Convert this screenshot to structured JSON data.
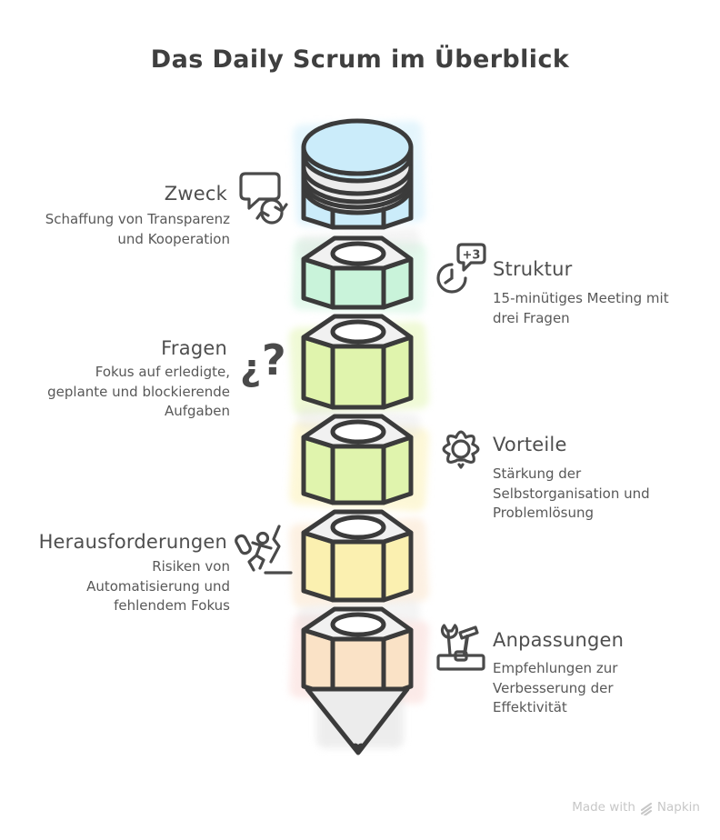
{
  "title": "Das Daily Scrum im Überblick",
  "sections": [
    {
      "label": "Zweck",
      "description": "Schaffung von Transparenz\nund Kooperation",
      "icon": "speech-bubble-sync-icon",
      "side": "left"
    },
    {
      "label": "Struktur",
      "description": "15-minütiges Meeting mit\ndrei Fragen",
      "icon": "clock-speech-plus3-icon",
      "badge": "+3",
      "side": "right"
    },
    {
      "label": "Fragen",
      "description": "Fokus auf erledigte,\ngeplante und blockierende\nAufgaben",
      "icon": "question-marks-icon",
      "glyph_left": "¿",
      "glyph_right": "?",
      "side": "left"
    },
    {
      "label": "Vorteile",
      "description": "Stärkung der\nSelbstorganisation und\nProblemlösung",
      "icon": "gear-lightbulb-icon",
      "side": "right"
    },
    {
      "label": "Herausforderungen",
      "description": "Risiken von\nAutomatisierung und\nfehlendem Fokus",
      "icon": "climbing-person-icon",
      "side": "left"
    },
    {
      "label": "Anpassungen",
      "description": "Empfehlungen zur\nVerbesserung der\nEffektivität",
      "icon": "tools-toolbox-icon",
      "side": "right"
    }
  ],
  "pencil": {
    "top_face_color": "#f1f1f1",
    "hole_color": "#ffffff",
    "ferrule_color": "#ececec",
    "tip_color": "#ececec",
    "heart_color": "#3b3b3b",
    "splash_gray": "#e0e0e0",
    "segments": [
      {
        "name": "eraser",
        "color": "#cbecfa"
      },
      {
        "name": "struktur",
        "color": "#c9f3da"
      },
      {
        "name": "fragen",
        "color": "#e0f4ad"
      },
      {
        "name": "vorteile",
        "color": "#fbf0b0"
      },
      {
        "name": "herausforderungen",
        "color": "#fae2c6"
      },
      {
        "name": "anpassungen",
        "color": "#f9d6d2"
      }
    ]
  },
  "colors": {
    "title": "#3f3f3f",
    "heading": "#4e4e4e",
    "body": "#585858",
    "icon": "#4a4a4a",
    "outline": "#3b3b3b",
    "watermark": "#c7c7c7"
  },
  "watermark": {
    "prefix": "Made with",
    "brand": "Napkin"
  }
}
